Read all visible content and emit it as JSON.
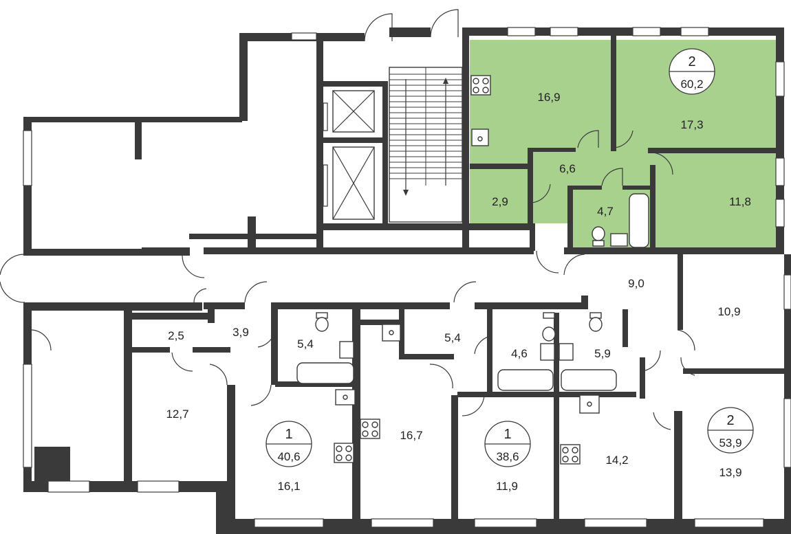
{
  "colors": {
    "selected_apartment": "#a9d18e",
    "walls": "#3a3a3a"
  },
  "apartments": [
    {
      "id": "apt-top",
      "rooms_count": "2",
      "total_area": "60,2",
      "selected": true,
      "rooms": [
        "16,9",
        "17,3",
        "6,6",
        "2,9",
        "4,7",
        "11,8"
      ]
    },
    {
      "id": "apt-a",
      "rooms_count": "1",
      "total_area": "40,6",
      "selected": false,
      "rooms": [
        "16,1",
        "16,7",
        "3,9",
        "5,4"
      ]
    },
    {
      "id": "apt-b",
      "rooms_count": "1",
      "total_area": "38,6",
      "selected": false,
      "rooms": [
        "11,9",
        "5,4",
        "4,6"
      ]
    },
    {
      "id": "apt-c",
      "rooms_count": "2",
      "total_area": "53,9",
      "selected": false,
      "rooms": [
        "13,9",
        "14,2",
        "10,9",
        "9,0",
        "5,9"
      ]
    }
  ],
  "other_rooms": [
    "2,5",
    "12,7"
  ],
  "icons": [
    "stove-icon",
    "sink-icon",
    "toilet-icon",
    "bathtub-icon",
    "elevator-icon",
    "stair-arrow-icon"
  ]
}
